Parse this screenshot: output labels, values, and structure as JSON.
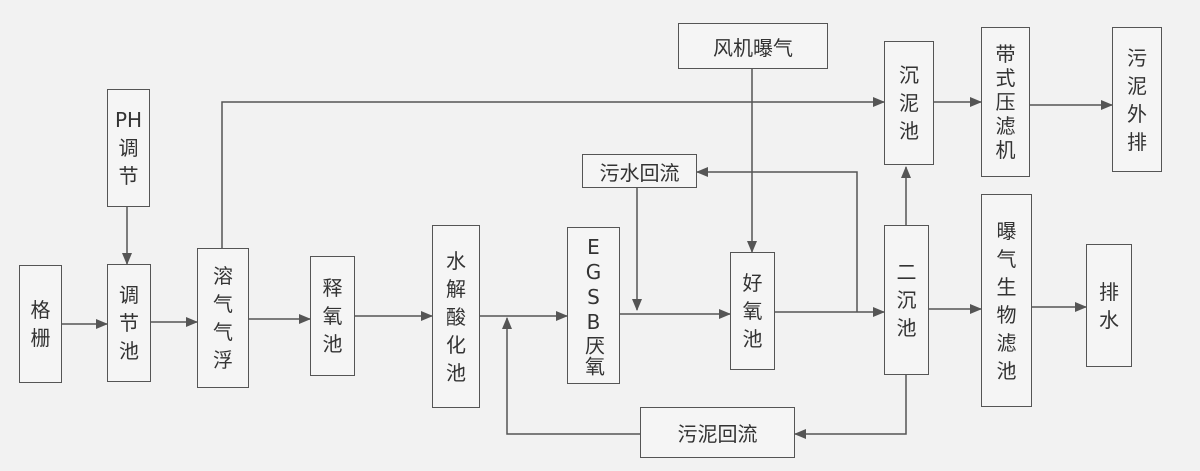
{
  "boxes": {
    "grille": "格栅",
    "ph_adjust": "PH调节",
    "adjust_tank": "调节池",
    "dissolved_air_flotation": "溶气气浮",
    "oxygen_release_tank": "释氧池",
    "hydrolysis_acidification_tank": "水解酸化池",
    "egsb_anaerobic": "EGSB厌氧",
    "aerobic_tank": "好氧池",
    "secondary_sedimentation_tank": "二沉池",
    "sludge_settling_tank": "沉泥池",
    "belt_filter_press": "带式压滤机",
    "sludge_discharge": "污泥外排",
    "biological_aerated_filter": "曝气生物滤池",
    "discharge": "排水",
    "blower_aeration": "风机曝气",
    "sewage_return": "污水回流",
    "sludge_return": "污泥回流"
  },
  "colors": {
    "line": "#555555",
    "box_border": "#555555",
    "box_fill": "#f5f5f5",
    "background": "#f2f2f2",
    "text": "#333333"
  }
}
